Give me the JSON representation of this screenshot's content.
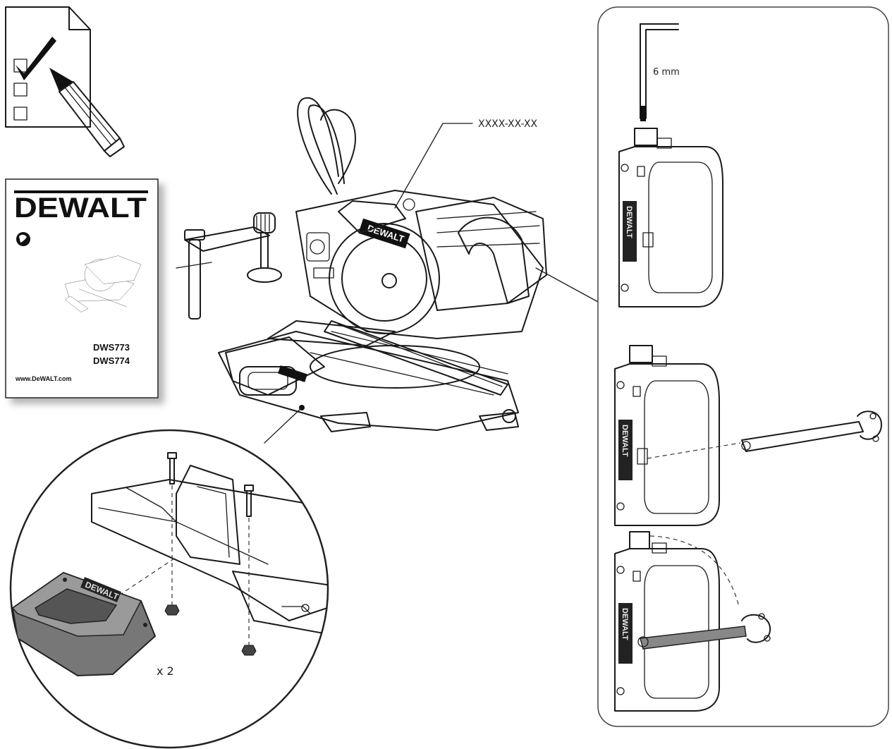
{
  "manual": {
    "brand": "DEWALT",
    "models": [
      "DWS773",
      "DWS774"
    ],
    "website": "www.DeWALT.com"
  },
  "callouts": {
    "serial_code": "XXXX-XX-XX",
    "hex_key_size": "6 mm",
    "quantity": "x 2"
  },
  "icons": [
    "checklist-icon",
    "language-globe-icon"
  ]
}
